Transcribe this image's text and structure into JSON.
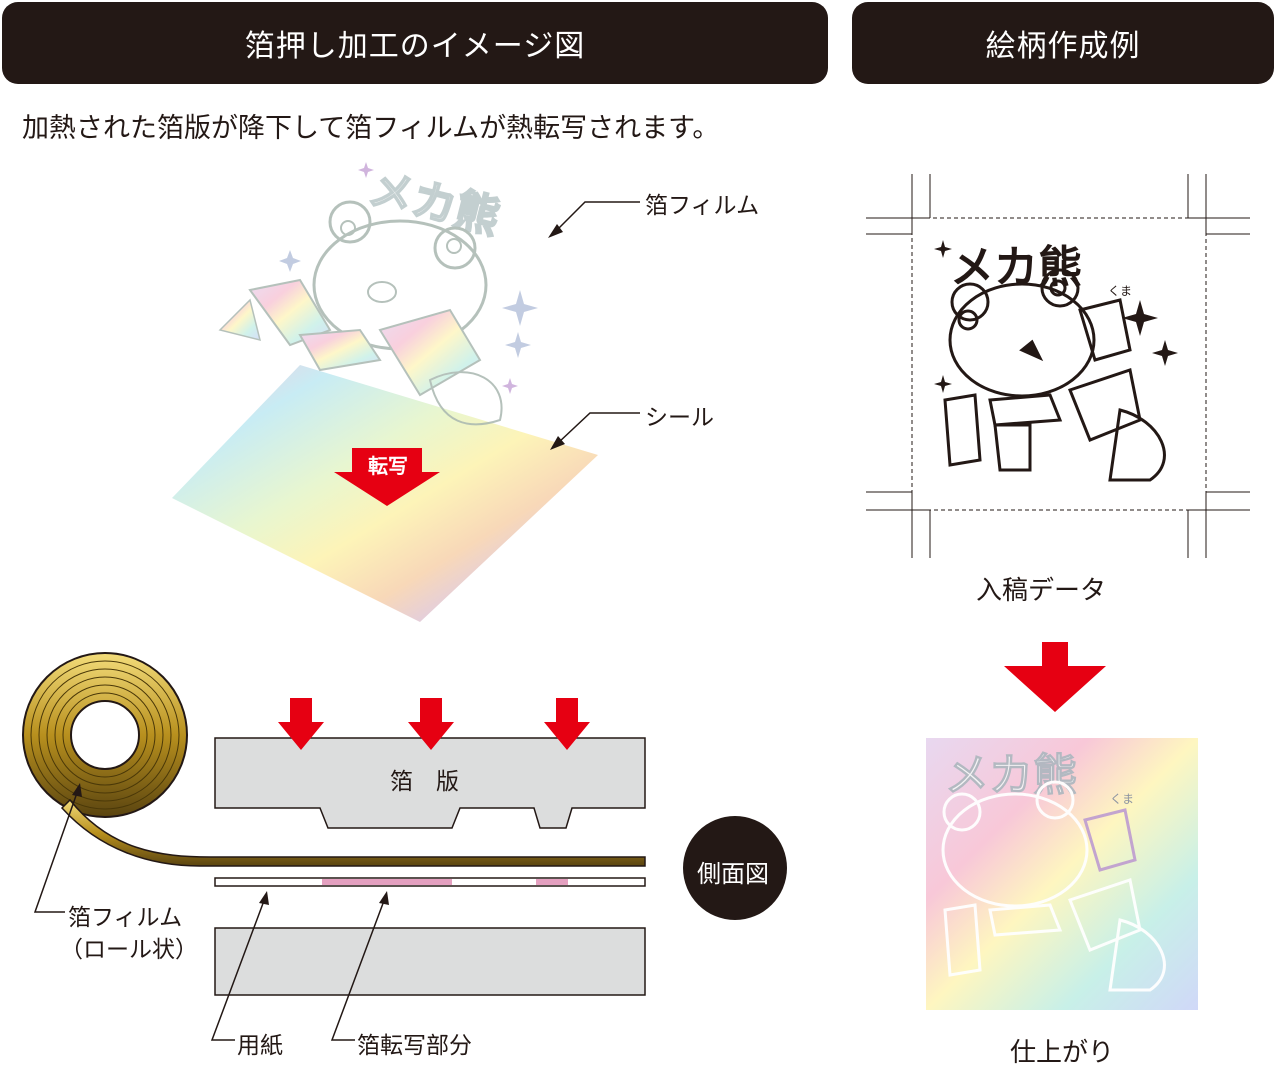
{
  "headers": {
    "left": "箔押し加工のイメージ図",
    "right": "絵柄作成例"
  },
  "description": "加熱された箔版が降下して箔フィルムが熱転写されます。",
  "perspective": {
    "foil_film_label": "箔フィルム",
    "sticker_label": "シール",
    "transfer_label": "転写",
    "artwork_title": "メカ熊",
    "artwork_ruby": "くま"
  },
  "side_view": {
    "plate_label": "箔　版",
    "roll_label_line1": "箔フィルム",
    "roll_label_line2": "（ロール状）",
    "paper_label": "用紙",
    "transfer_part_label": "箔転写部分",
    "side_badge": "側面図"
  },
  "example": {
    "input_label": "入稿データ",
    "result_label": "仕上がり"
  },
  "colors": {
    "header_bg": "#231815",
    "arrow_red": "#e60012",
    "gold": "#c9a227",
    "plate_gray": "#dcdddd",
    "transfer_pink": "#e4a0c0"
  }
}
